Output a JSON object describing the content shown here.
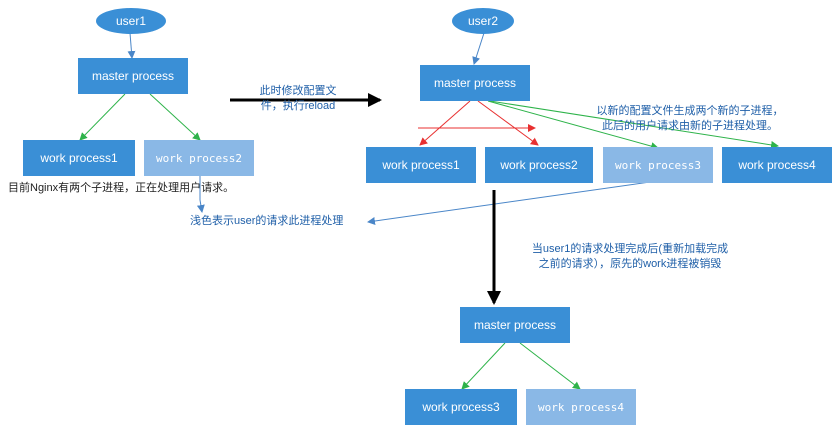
{
  "nodes": {
    "user1": "user1",
    "user2": "user2",
    "master_left": "master process",
    "master_right": "master process",
    "master_bottom": "master process",
    "left_w1": "work process1",
    "left_w2": "work process2",
    "right_w1": "work process1",
    "right_w2": "work process2",
    "right_w3": "work process3",
    "right_w4": "work process4",
    "bottom_w3": "work process3",
    "bottom_w4": "work process4"
  },
  "notes": {
    "reload_line1": "此时修改配置文",
    "reload_line2": "件，执行reload",
    "current_state": "目前Nginx有两个子进程，正在处理用户请求。",
    "light_meaning": "浅色表示user的请求此进程处理",
    "new_config_line1": "以新的配置文件生成两个新的子进程，",
    "new_config_line2": "此后的用户请求由新的子进程处理。",
    "after_line1": "当user1的请求处理完成后(重新加载完成",
    "after_line2": "之前的请求），原先的work进程被销毁"
  },
  "colors": {
    "active": "#3a8fd6",
    "serving": "#8ab8e6",
    "edge_green": "#2eb34a",
    "edge_red": "#e83030",
    "edge_blue": "#4a86c8",
    "edge_black": "#000000"
  }
}
